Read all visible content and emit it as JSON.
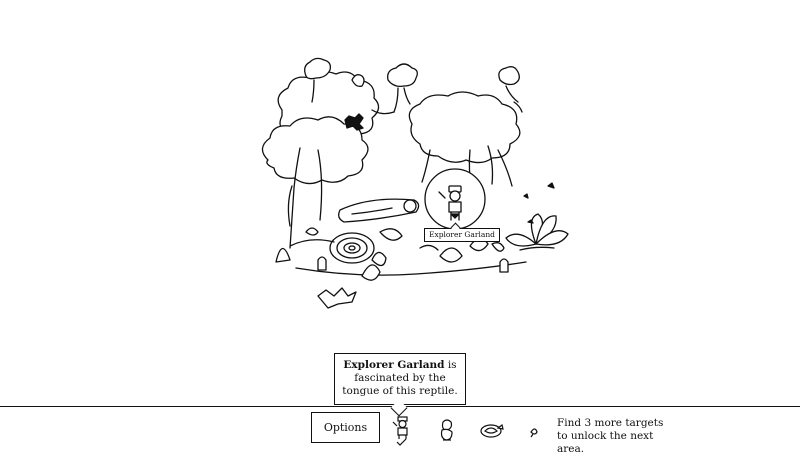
{
  "scene": {
    "found_label": "Explorer Garland"
  },
  "hint": {
    "name": "Explorer Garland",
    "text": " is fascinated by the tongue of this reptile."
  },
  "toolbar": {
    "options_label": "Options",
    "targets": [
      {
        "icon": "explorer-garland-target-icon",
        "found": true
      },
      {
        "icon": "small-creature-target-icon",
        "found": false
      },
      {
        "icon": "coiled-creature-target-icon",
        "found": false
      },
      {
        "icon": "tiny-leaf-target-icon",
        "found": false
      }
    ],
    "status": "Find 3 more targets to unlock the next area."
  }
}
